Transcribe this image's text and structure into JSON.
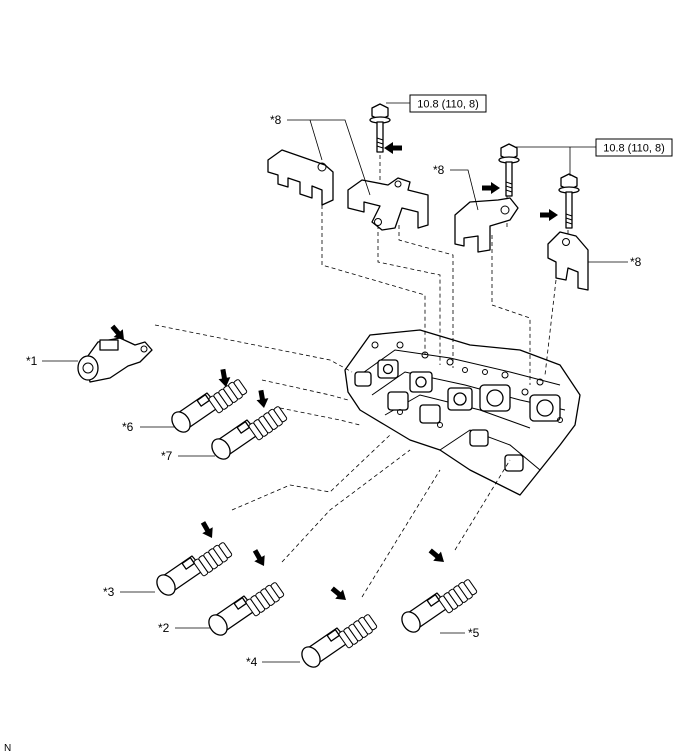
{
  "labels": {
    "c1": "*1",
    "c2": "*2",
    "c3": "*3",
    "c4": "*4",
    "c5": "*5",
    "c6": "*6",
    "c7": "*7",
    "c8a": "*8",
    "c8b": "*8",
    "c8c": "*8"
  },
  "torque": {
    "spec_top": "10.8 (110, 8)",
    "spec_right": "10.8 (110, 8)"
  },
  "footer": {
    "code": "N"
  }
}
